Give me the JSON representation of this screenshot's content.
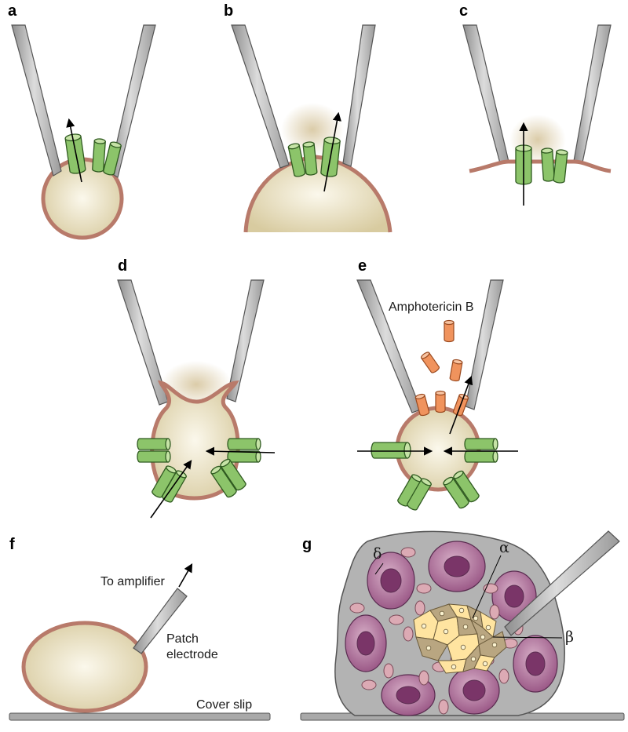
{
  "panels": {
    "a": {
      "letter": "a"
    },
    "b": {
      "letter": "b"
    },
    "c": {
      "letter": "c"
    },
    "d": {
      "letter": "d"
    },
    "e": {
      "letter": "e",
      "label": "Amphotericin B"
    },
    "f": {
      "letter": "f",
      "amplifier_label": "To amplifier",
      "electrode_label_line1": "Patch",
      "electrode_label_line2": "electrode",
      "coverslip_label": "Cover slip"
    },
    "g": {
      "letter": "g",
      "delta": "δ",
      "alpha": "α",
      "beta": "β"
    }
  },
  "colors": {
    "pipette": "#b7b7b7",
    "membrane": "#b87a6a",
    "cytoplasm": "#ece3c4",
    "channel_green": "#8cc46a",
    "amphotericin_orange": "#f0935d",
    "delta_cell": "#a0588a",
    "alpha_cell": "#ffe4a0",
    "beta_cell": "#b9a681",
    "islet_gray": "#b3b3b3"
  }
}
